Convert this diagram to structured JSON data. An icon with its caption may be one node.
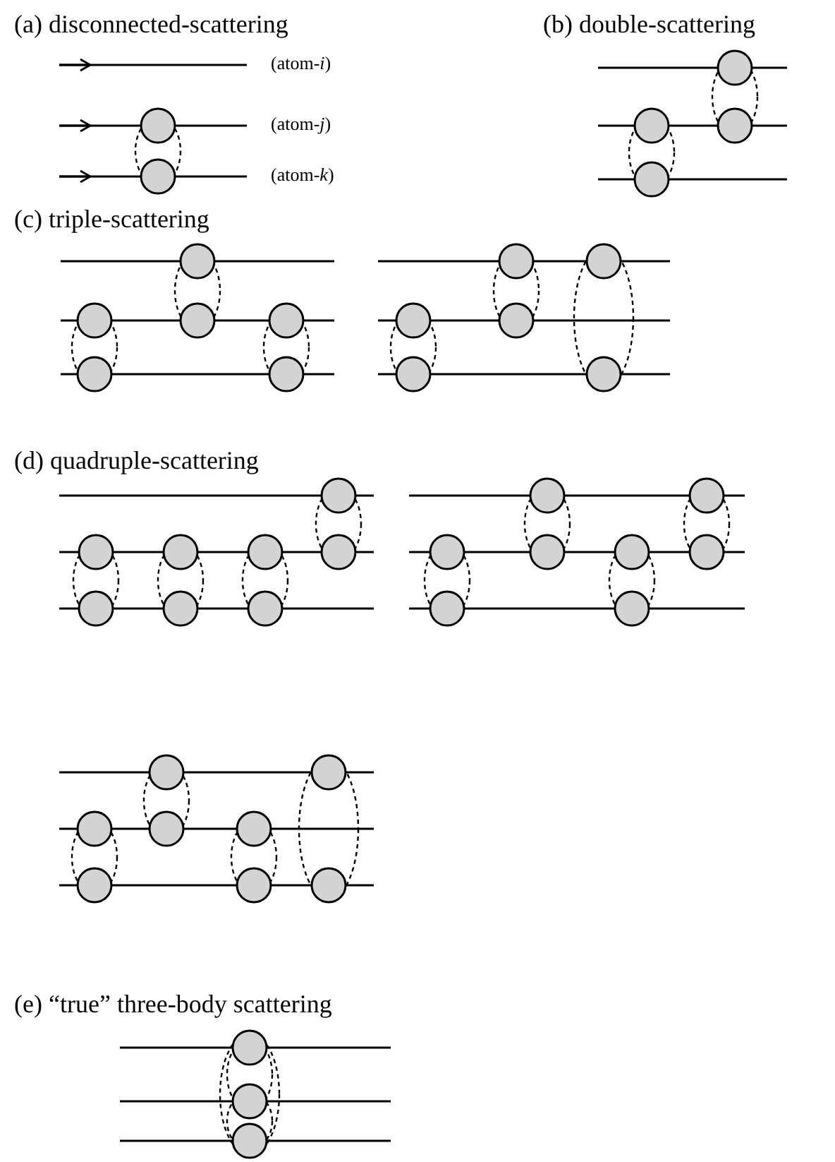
{
  "diagram": {
    "labels": [
      "(a) disconnected-scattering",
      "(atom-*i*)",
      "(atom-*j*)",
      "(atom-*k*)",
      "(b) double-scattering",
      "(c) triple-scattering",
      "(d) quadruple-scattering",
      "(e) “true” three-body scattering"
    ]
  }
}
